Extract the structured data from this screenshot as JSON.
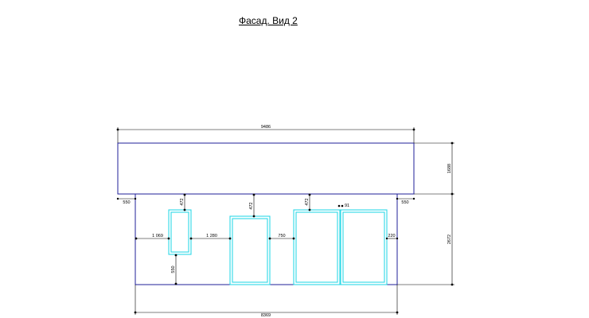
{
  "title": "Фасад. Вид 2",
  "dimensions": {
    "top_width": "9486",
    "bottom_width": "8369",
    "roof_height": "1688",
    "wall_height": "2672",
    "left_overhang": "550",
    "right_overhang": "550",
    "window1_top": "472",
    "window2_top": "472",
    "window3_top": "472",
    "mullion": "91",
    "left_offset": "1 069",
    "gap1": "1 280",
    "gap2": "750",
    "right_offset": "220",
    "sill_height": "550"
  },
  "colors": {
    "outline": "#1f1f9a",
    "window": "#2ed8e6"
  }
}
